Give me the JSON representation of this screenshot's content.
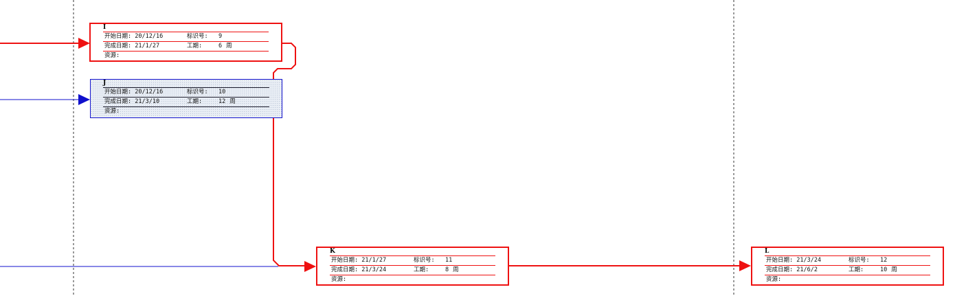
{
  "colors": {
    "critical": "#ee1111",
    "noncritical": "#1010cc",
    "gridline": "#333333"
  },
  "labels": {
    "start": "开始日期:",
    "finish": "完成日期:",
    "id": "标识号:",
    "duration": "工期:",
    "resource": "资源:",
    "unit": "周"
  },
  "tasks": {
    "I": {
      "name": "I",
      "start": "20/12/16",
      "finish": "21/1/27",
      "id": "9",
      "duration": "6",
      "critical": true
    },
    "J": {
      "name": "J",
      "start": "20/12/16",
      "finish": "21/3/10",
      "id": "10",
      "duration": "12",
      "critical": false
    },
    "K": {
      "name": "K",
      "start": "21/1/27",
      "finish": "21/3/24",
      "id": "11",
      "duration": "8",
      "critical": true
    },
    "L": {
      "name": "L",
      "start": "21/3/24",
      "finish": "21/6/2",
      "id": "12",
      "duration": "10",
      "critical": true
    }
  }
}
